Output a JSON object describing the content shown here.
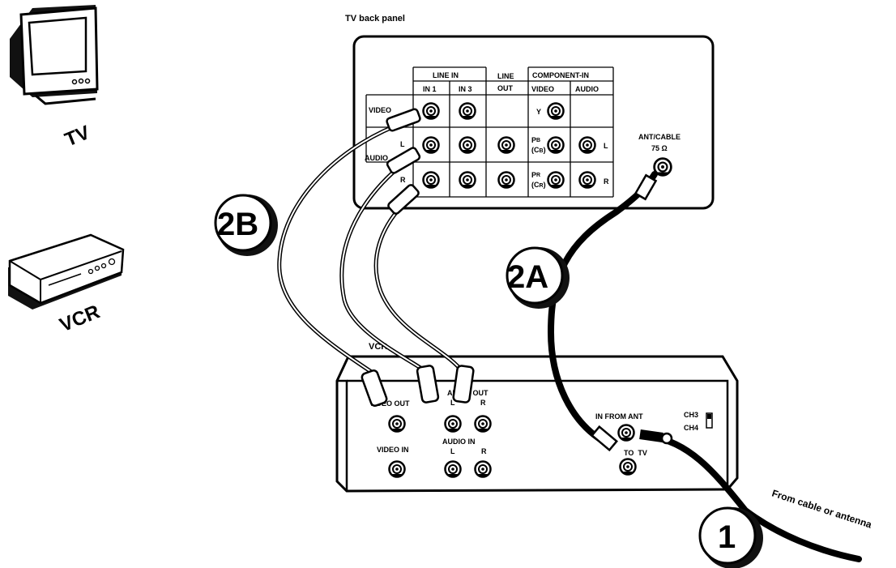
{
  "devices": {
    "tv_caption": "TV",
    "vcr_caption": "VCR"
  },
  "tv_panel": {
    "title": "TV back panel",
    "groups": {
      "line_in": "LINE IN",
      "line_out_top": "LINE",
      "line_out_bottom": "OUT",
      "component_in": "COMPONENT-IN"
    },
    "columns": {
      "in1": "IN 1",
      "in3": "IN 3",
      "video": "VIDEO",
      "audio": "AUDIO"
    },
    "rows": {
      "video": "VIDEO",
      "audio": "AUDIO",
      "left": "L",
      "right": "R"
    },
    "component": {
      "y": "Y",
      "pb": "P",
      "pb_sub": "B",
      "cb": "(C",
      "cb_sub": "B",
      "pr": "P",
      "pr_sub": "R",
      "cr": "(C",
      "cr_sub": "R",
      "close": ")",
      "audio_l": "L",
      "audio_r": "R"
    },
    "ant_cable": "ANT/CABLE",
    "ohms": "75 Ω"
  },
  "vcr_panel": {
    "title": "VCR",
    "video_out": "VIDEO OUT",
    "audio_out": "AUDIO OUT",
    "audio_out_l": "L",
    "audio_out_r": "R",
    "video_in": "VIDEO IN",
    "audio_in": "AUDIO IN",
    "audio_in_l": "L",
    "audio_in_r": "R",
    "in_from_ant": "IN FROM ANT",
    "to_tv": "TO  TV",
    "ch3": "CH3",
    "ch4": "CH4"
  },
  "steps": {
    "step1": "1",
    "step2a": "2A",
    "step2b": "2B"
  },
  "source_label": "From cable or antenna"
}
